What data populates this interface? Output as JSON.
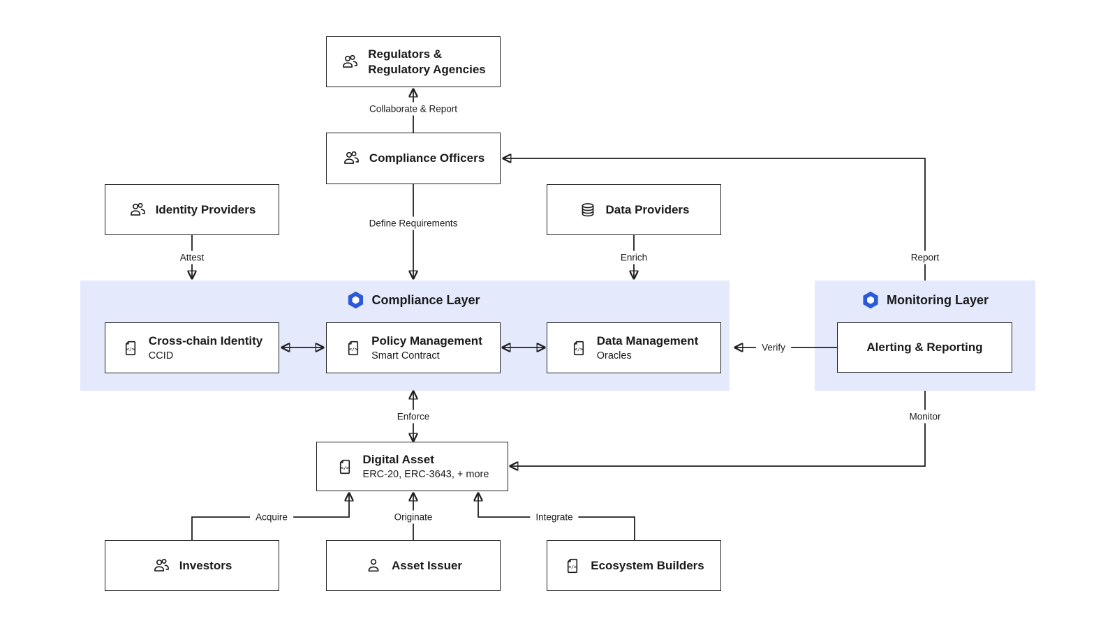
{
  "colors": {
    "background": "#FFFFFF",
    "layer_background": "#E4E9FB",
    "box_background": "#FFFFFF",
    "line_and_border": "#1F1F21",
    "text": "#1A1A1B",
    "chainlink_blue": "#2A5ADA"
  },
  "layers": {
    "compliance": {
      "title": "Compliance Layer",
      "icon": "chainlink-hexagon-icon"
    },
    "monitoring": {
      "title": "Monitoring Layer",
      "icon": "chainlink-hexagon-icon"
    }
  },
  "nodes": {
    "regulators": {
      "title_line1": "Regulators &",
      "title_line2": "Regulatory Agencies",
      "icon": "people-icon"
    },
    "compliance_officers": {
      "title": "Compliance Officers",
      "icon": "people-icon"
    },
    "identity_providers": {
      "title": "Identity Providers",
      "icon": "people-icon"
    },
    "data_providers": {
      "title": "Data Providers",
      "icon": "database-icon"
    },
    "cross_chain_identity": {
      "title": "Cross-chain Identity",
      "subtitle": "CCID",
      "icon": "document-code-icon",
      "layer": "compliance"
    },
    "policy_management": {
      "title": "Policy Management",
      "subtitle": "Smart Contract",
      "icon": "document-code-icon",
      "layer": "compliance"
    },
    "data_management": {
      "title": "Data Management",
      "subtitle": "Oracles",
      "icon": "document-code-icon",
      "layer": "compliance"
    },
    "alerting_reporting": {
      "title": "Alerting & Reporting",
      "layer": "monitoring"
    },
    "digital_asset": {
      "title": "Digital Asset",
      "subtitle": "ERC-20, ERC-3643, + more",
      "icon": "document-code-icon"
    },
    "investors": {
      "title": "Investors",
      "icon": "people-icon"
    },
    "asset_issuer": {
      "title": "Asset Issuer",
      "icon": "person-icon"
    },
    "ecosystem_builders": {
      "title": "Ecosystem Builders",
      "icon": "document-code-icon"
    }
  },
  "edges": {
    "collaborate_report": {
      "label": "Collaborate & Report",
      "from": "compliance_officers",
      "to": "regulators"
    },
    "define_requirements": {
      "label": "Define Requirements",
      "from": "compliance_officers",
      "to": "compliance_layer"
    },
    "attest": {
      "label": "Attest",
      "from": "identity_providers",
      "to": "compliance_layer"
    },
    "enrich": {
      "label": "Enrich",
      "from": "data_providers",
      "to": "compliance_layer"
    },
    "report": {
      "label": "Report",
      "from": "monitoring_layer",
      "to": "compliance_officers"
    },
    "verify": {
      "label": "Verify",
      "from": "monitoring_layer",
      "to": "compliance_layer"
    },
    "enforce": {
      "label": "Enforce",
      "from": "compliance_layer",
      "to": "digital_asset",
      "bidirectional": true
    },
    "monitor": {
      "label": "Monitor",
      "from": "monitoring_layer",
      "to": "digital_asset"
    },
    "acquire": {
      "label": "Acquire",
      "from": "investors",
      "to": "digital_asset"
    },
    "originate": {
      "label": "Originate",
      "from": "asset_issuer",
      "to": "digital_asset"
    },
    "integrate": {
      "label": "Integrate",
      "from": "ecosystem_builders",
      "to": "digital_asset"
    },
    "identity_policy_link": {
      "label": "",
      "from": "cross_chain_identity",
      "to": "policy_management",
      "bidirectional": true
    },
    "policy_data_link": {
      "label": "",
      "from": "policy_management",
      "to": "data_management",
      "bidirectional": true
    }
  }
}
